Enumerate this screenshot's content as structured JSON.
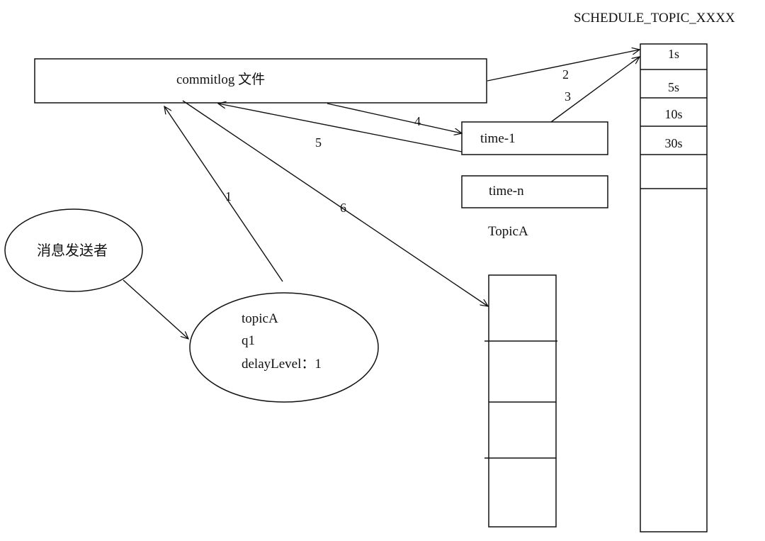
{
  "schedule_topic": {
    "title": "SCHEDULE_TOPIC_XXXX",
    "slots": [
      "1s",
      "5s",
      "10s",
      "30s"
    ]
  },
  "commitlog": {
    "label": "commitlog 文件"
  },
  "time_boxes": {
    "first": "time-1",
    "last": "time-n"
  },
  "topic_a": {
    "label": "TopicA"
  },
  "sender": {
    "label": "消息发送者"
  },
  "message": {
    "lines": [
      "topicA",
      "q1",
      "delayLevel：1"
    ]
  },
  "steps": [
    "1",
    "2",
    "3",
    "4",
    "5",
    "6"
  ]
}
